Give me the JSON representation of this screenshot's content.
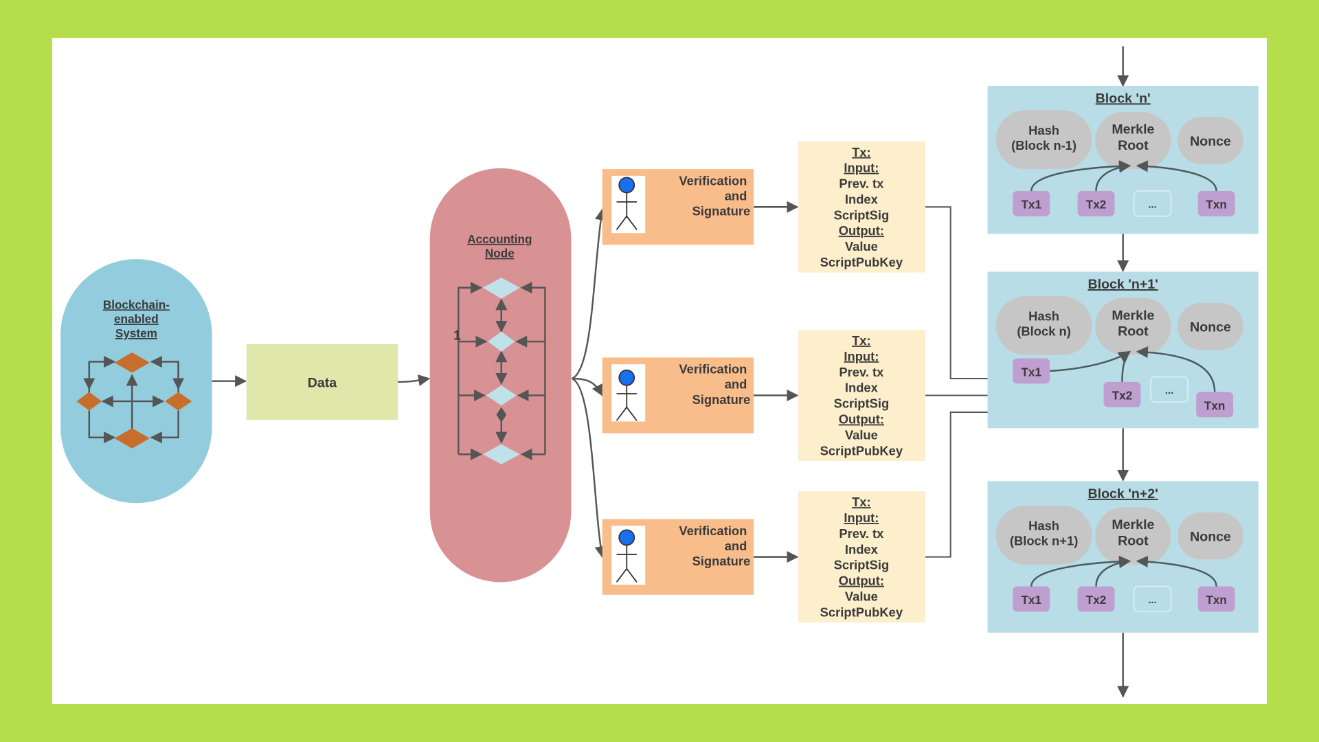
{
  "colors": {
    "frame": "#b5de4a",
    "panel": "#ffffff",
    "system_fill": "#93ccdd",
    "data_fill": "#e0e7ab",
    "node_fill": "#d99294",
    "node_diamond": "#bfe1ea",
    "system_diamond": "#c76e2c",
    "verify_fill": "#f9bd8b",
    "tx_fill": "#fdefcc",
    "block_fill": "#b8dde6",
    "pill_fill": "#c6c6c6",
    "txbox_fill": "#bf9ed0",
    "arrow": "#555555",
    "actor_head": "#1a6ef0"
  },
  "system": {
    "title_lines": [
      "Blockchain-",
      "enabled",
      "System"
    ]
  },
  "data_box": {
    "label": "Data"
  },
  "accounting_node": {
    "title_lines": [
      "Accounting",
      "Node"
    ],
    "stray_marks": [
      "1"
    ]
  },
  "verifiers": [
    {
      "label_lines": [
        "Verification",
        "and",
        "Signature"
      ]
    },
    {
      "label_lines": [
        "Verification",
        "and",
        "Signature"
      ]
    },
    {
      "label_lines": [
        "Verification",
        "and",
        "Signature"
      ]
    }
  ],
  "transactions": [
    {
      "lines": [
        {
          "t": "Tx:",
          "u": true
        },
        {
          "t": "Input:",
          "u": true
        },
        {
          "t": "Prev. tx"
        },
        {
          "t": "Index"
        },
        {
          "t": "ScriptSig"
        },
        {
          "t": "Output:",
          "u": true
        },
        {
          "t": "Value"
        },
        {
          "t": "ScriptPubKey"
        }
      ]
    },
    {
      "lines": [
        {
          "t": "Tx:",
          "u": true
        },
        {
          "t": "Input:",
          "u": true
        },
        {
          "t": "Prev. tx"
        },
        {
          "t": "Index"
        },
        {
          "t": "ScriptSig"
        },
        {
          "t": "Output:",
          "u": true
        },
        {
          "t": "Value"
        },
        {
          "t": "ScriptPubKey"
        }
      ]
    },
    {
      "lines": [
        {
          "t": "Tx:",
          "u": true
        },
        {
          "t": "Input:",
          "u": true
        },
        {
          "t": "Prev. tx"
        },
        {
          "t": "Index"
        },
        {
          "t": "ScriptSig"
        },
        {
          "t": "Output:",
          "u": true
        },
        {
          "t": "Value"
        },
        {
          "t": "ScriptPubKey"
        }
      ]
    }
  ],
  "blocks": [
    {
      "title": "Block 'n'",
      "hash_lines": [
        "Hash",
        "(Block n-1)"
      ],
      "merkle_lines": [
        "Merkle",
        "Root"
      ],
      "nonce": "Nonce",
      "txs": [
        "Tx1",
        "Tx2",
        "...",
        "Txn"
      ]
    },
    {
      "title": "Block 'n+1'",
      "hash_lines": [
        "Hash",
        "(Block n)"
      ],
      "merkle_lines": [
        "Merkle",
        "Root"
      ],
      "nonce": "Nonce",
      "txs": [
        "Tx1",
        "Tx2",
        "...",
        "Txn"
      ]
    },
    {
      "title": "Block 'n+2'",
      "hash_lines": [
        "Hash",
        "(Block n+1)"
      ],
      "merkle_lines": [
        "Merkle",
        "Root"
      ],
      "nonce": "Nonce",
      "txs": [
        "Tx1",
        "Tx2",
        "...",
        "Txn"
      ]
    }
  ]
}
